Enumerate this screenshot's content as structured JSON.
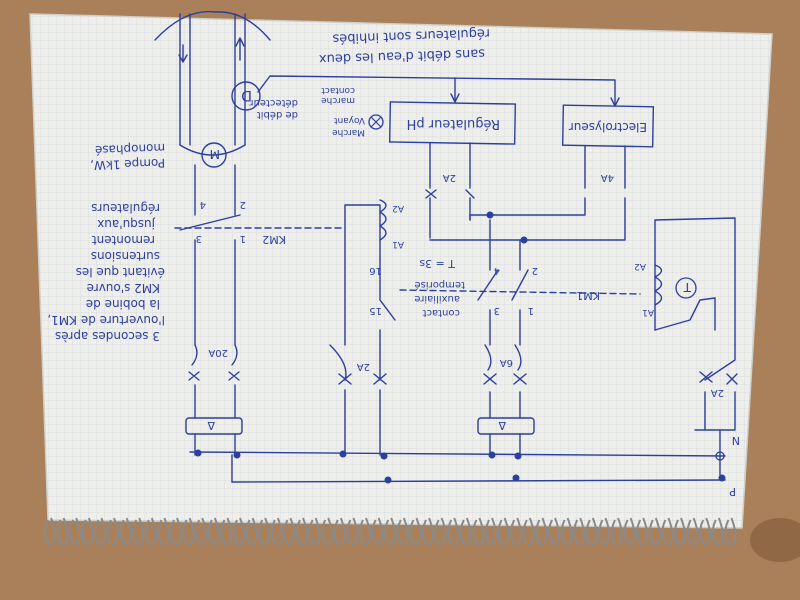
{
  "colors": {
    "table": "#a9805a",
    "paper": "#eeeeea",
    "grid": "#c7ccd6",
    "ink": "#2d3f9c",
    "spiral": "#8a8a8a"
  },
  "labels": {
    "top_note_1": "sans débit d'eau les deux",
    "top_note_2": "régulateurs sont inhibés",
    "flow_detector": "D",
    "flow_detector_label_1": "détecteur",
    "flow_detector_label_2": "de débit",
    "contact_label_1": "contact",
    "contact_label_2": "marche",
    "lamp_label_1": "Voyant",
    "lamp_label_2": "Marche",
    "regulator_ph": "Régulateur pH",
    "electrolyser": "Electrolyseur",
    "pump_label_1": "Pompe 1kW,",
    "pump_label_2": "monophasé",
    "pump_symbol": "M",
    "km2_label": "KM2",
    "km1_label": "KM1",
    "km_terminal_a1": "A1",
    "km_terminal_a2": "A2",
    "fuse_2a_left": "2A",
    "fuse_4a": "4A",
    "fuse_20a": "20A",
    "fuse_2a_mid": "2A",
    "fuse_6a": "6A",
    "fuse_2a_right": "2A",
    "contact_no_1": "1",
    "contact_no_2": "2",
    "contact_no_3": "3",
    "contact_no_4": "4",
    "contact_no_15": "15",
    "contact_no_16": "16",
    "aux_label_1": "contact",
    "aux_label_2": "auxiliaire",
    "aux_label_3": "temporisé",
    "aux_value": "T = 3s",
    "timer_symbol": "T",
    "diff_symbol": "Δ",
    "neutral": "N",
    "phase": "P",
    "side_note_1": "3 secondes après",
    "side_note_2": "l'ouverture de KM1,",
    "side_note_3": "la bobine de",
    "side_note_4": "KM2 s'ouvre",
    "side_note_5": "évitant que les",
    "side_note_6": "surtensions",
    "side_note_7": "remontent",
    "side_note_8": "jusqu'aux",
    "side_note_9": "régulateurs"
  }
}
